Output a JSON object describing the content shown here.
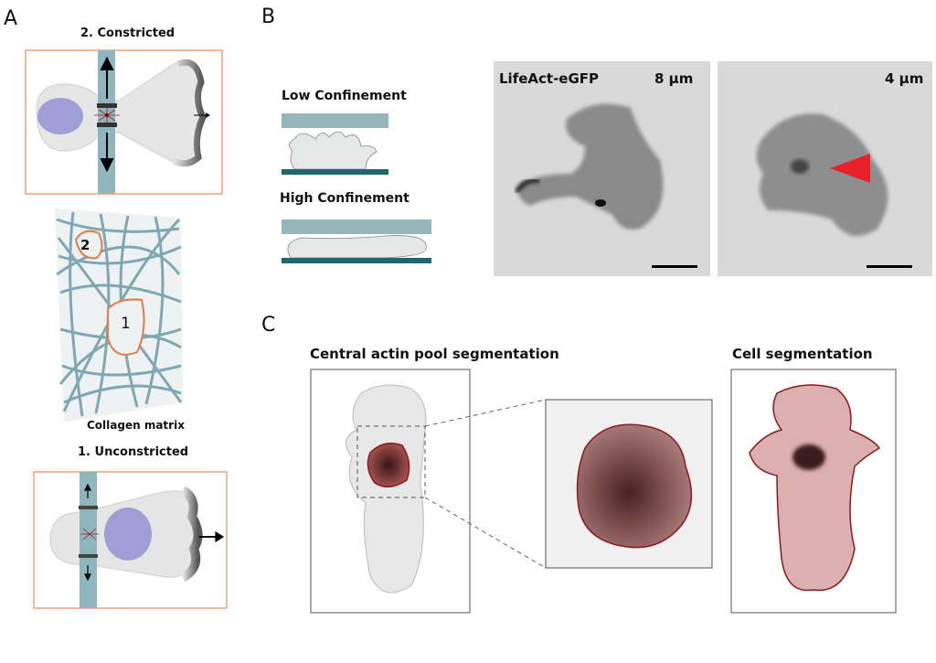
{
  "panels": {
    "a": "A",
    "b": "B",
    "c": "C"
  },
  "panel_a": {
    "constricted_title": "2. Constricted",
    "unconstricted_title": "1. Unconstricted",
    "matrix_label": "Collagen matrix",
    "pore_2": "2",
    "pore_1": "1"
  },
  "panel_b": {
    "low_label": "Low Confinement",
    "high_label": "High Confinement",
    "image_1_stain": "LifeAct-eGFP",
    "image_1_height": "8 µm",
    "image_2_height": "4 µm"
  },
  "panel_c": {
    "pool_title": "Central actin pool segmentation",
    "cell_title": "Cell segmentation"
  },
  "colors": {
    "frame": "#f4a07a",
    "fiber": "#8fb5bf",
    "plate_top": "#95b6bb",
    "plate_bottom": "#1f6673",
    "nucleus": "#9f9fd6",
    "segment": "#8b1a1a",
    "arrowhead": "#e8202a"
  }
}
